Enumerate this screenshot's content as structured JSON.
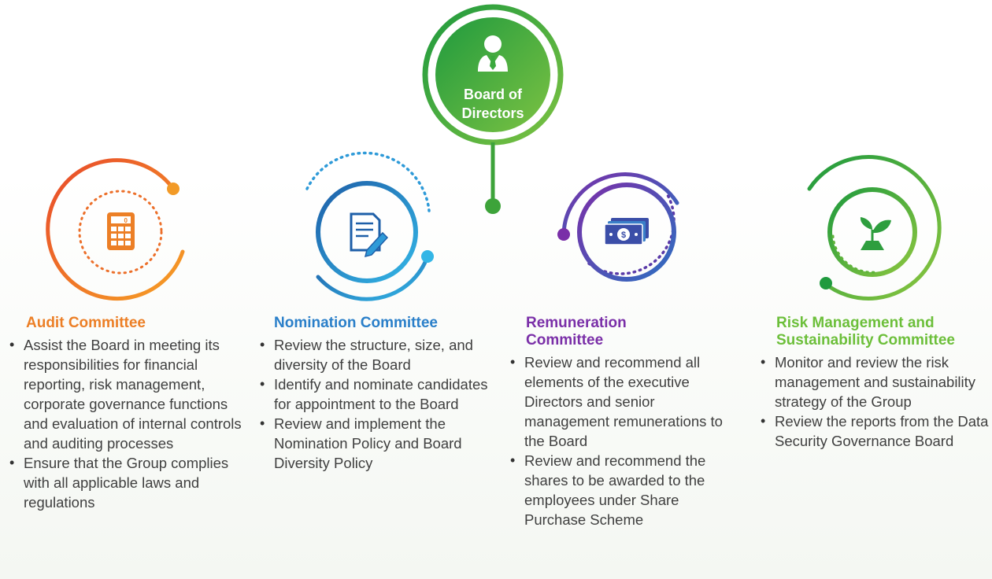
{
  "board": {
    "title_line1": "Board of",
    "title_line2": "Directors",
    "color": "#3da33a"
  },
  "committees": [
    {
      "title": "Audit Committee",
      "color": "#ec7f26",
      "icon": "calculator-icon",
      "bullets": [
        "Assist the Board in meeting its responsibilities for financial reporting, risk management, corporate governance functions and evaluation of internal controls and auditing processes",
        "Ensure that the Group complies with all applicable laws and regulations"
      ]
    },
    {
      "title": "Nomination Committee",
      "color": "#2a7fc9",
      "icon": "document-pen-icon",
      "bullets": [
        "Review the structure, size, and diversity of the Board",
        "Identify and nominate candidates for appointment to the Board",
        "Review and implement the Nomination Policy and Board Diversity Policy"
      ]
    },
    {
      "title": "Remuneration Committee",
      "color": "#7a2fa8",
      "icon": "money-icon",
      "bullets": [
        "Review and recommend all elements of the executive Directors and senior management remunerations to the Board",
        "Review and recommend the shares to be awarded to the employees under Share Purchase Scheme"
      ]
    },
    {
      "title": "Risk Management and Sustainability Committee",
      "color": "#6cbf3a",
      "icon": "sprout-icon",
      "bullets": [
        "Monitor and review the risk management and sustainability strategy of the Group",
        "Review the reports from the Data Security Governance Board"
      ]
    }
  ]
}
